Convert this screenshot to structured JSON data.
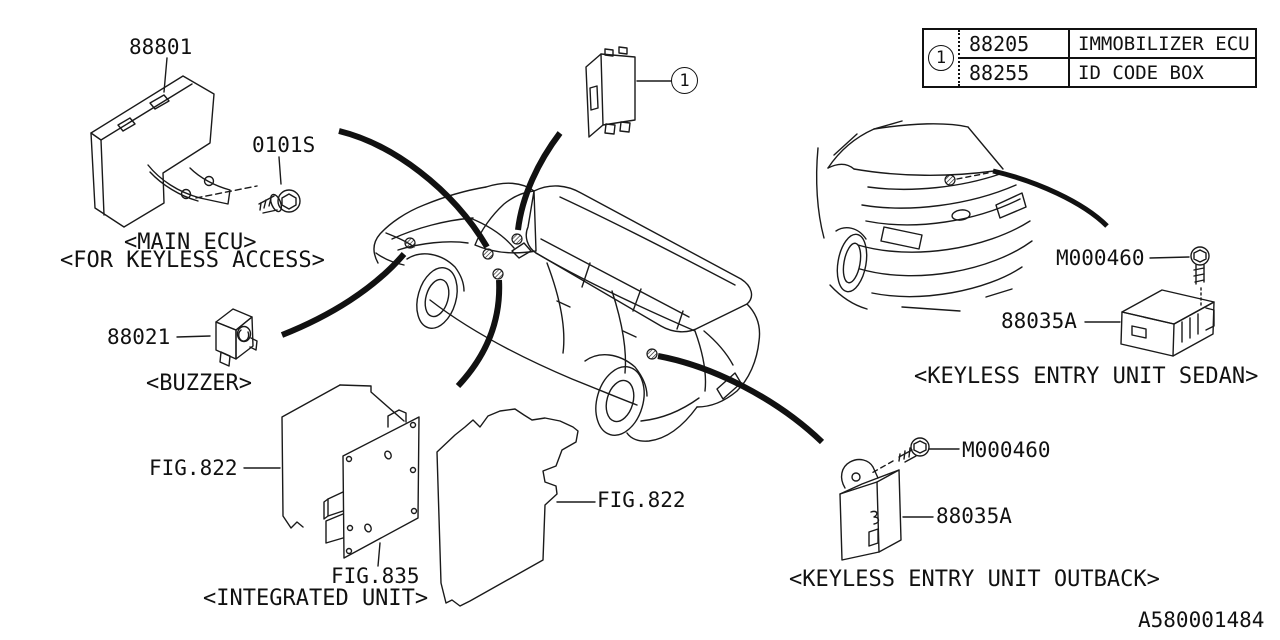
{
  "background": "#ffffff",
  "line_color": "#1a1a1a",
  "legend": {
    "ref": "1",
    "rows": [
      {
        "part_no": "88205",
        "name": "IMMOBILIZER ECU"
      },
      {
        "part_no": "88255",
        "name": "ID CODE BOX"
      }
    ]
  },
  "callouts": {
    "main_ecu": {
      "part_no": "88801",
      "screw_no": "0101S",
      "caption_line1": "<MAIN ECU>",
      "caption_line2": "<FOR KEYLESS ACCESS>"
    },
    "buzzer": {
      "part_no": "88021",
      "caption": "<BUZZER>"
    },
    "integrated_unit": {
      "fig_bracket": "FIG.822",
      "fig_unit": "FIG.835",
      "fig_cover": "FIG.822",
      "caption": "<INTEGRATED UNIT>"
    },
    "immobilizer_ref": "1",
    "keyless_sedan": {
      "bolt_no": "M000460",
      "part_no": "88035A",
      "caption": "<KEYLESS ENTRY UNIT SEDAN>"
    },
    "keyless_outback": {
      "bolt_no": "M000460",
      "part_no": "88035A",
      "caption": "<KEYLESS ENTRY UNIT OUTBACK>"
    }
  },
  "footer": {
    "diagram_id": "A580001484"
  }
}
